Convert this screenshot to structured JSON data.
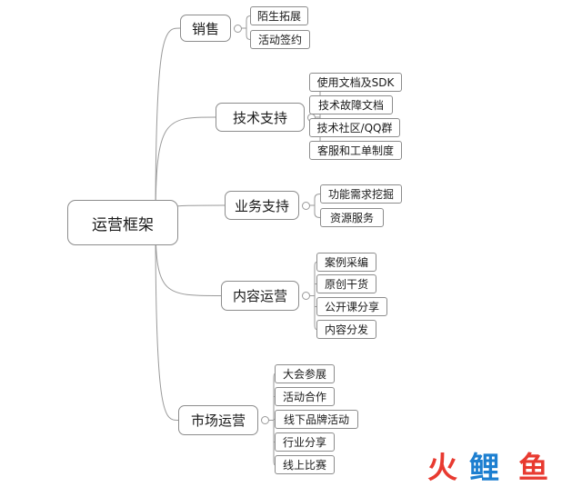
{
  "root": {
    "label": "运营框架"
  },
  "branches": [
    {
      "label": "销售",
      "children": [
        "陌生拓展",
        "活动签约"
      ]
    },
    {
      "label": "技术支持",
      "children": [
        "使用文档及SDK",
        "技术故障文档",
        "技术社区/QQ群",
        "客服和工单制度"
      ]
    },
    {
      "label": "业务支持",
      "children": [
        "功能需求挖掘",
        "资源服务"
      ]
    },
    {
      "label": "内容运营",
      "children": [
        "案例采编",
        "原创干货",
        "公开课分享",
        "内容分发"
      ]
    },
    {
      "label": "市场运营",
      "children": [
        "大会参展",
        "活动合作",
        "线下品牌活动",
        "行业分享",
        "线上比赛"
      ]
    }
  ],
  "watermark": {
    "text": "火鲤鱼",
    "colors": [
      "#e83a30",
      "#1d7fd0",
      "#e83a30"
    ]
  },
  "colors": {
    "line": "#9a9a9a",
    "border": "#8c8c8c"
  }
}
